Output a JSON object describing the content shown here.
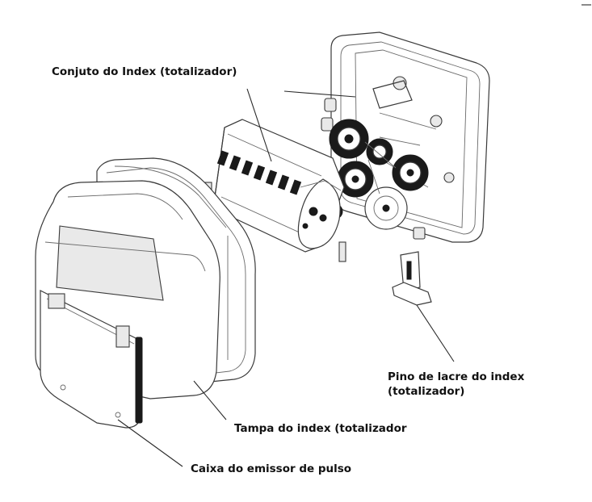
{
  "labels": {
    "index_assembly": "Conjuto do Index (totalizador)",
    "seal_pin_line1": "Pino de lacre do index",
    "seal_pin_line2": "(totalizador)",
    "index_cover": "Tampa do index (totalizador",
    "pulse_box": "Caixa do emissor de pulso"
  }
}
